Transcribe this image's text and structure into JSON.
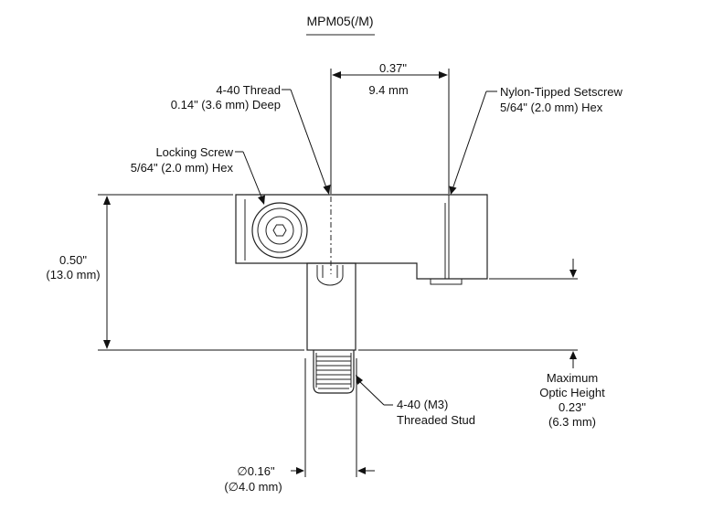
{
  "title": "MPM05(/M)",
  "labels": {
    "thread_line1": "4-40  Thread",
    "thread_line2": "0.14\" (3.6 mm) Deep",
    "width_in": "0.37\"",
    "width_mm": "9.4 mm",
    "setscrew_line1": "Nylon-Tipped Setscrew",
    "setscrew_line2": "5/64\" (2.0 mm) Hex",
    "locking_line1": "Locking Screw",
    "locking_line2": "5/64\" (2.0 mm) Hex",
    "height_in": "0.50\"",
    "height_mm": "(13.0 mm)",
    "stud_line1": "4-40 (M3)",
    "stud_line2": "Threaded Stud",
    "optic_line1": "Maximum",
    "optic_line2": "Optic Height",
    "optic_line3": "0.23\"",
    "optic_line4": "(6.3 mm)",
    "diameter_in": "∅0.16\"",
    "diameter_mm": "(∅4.0 mm)"
  }
}
